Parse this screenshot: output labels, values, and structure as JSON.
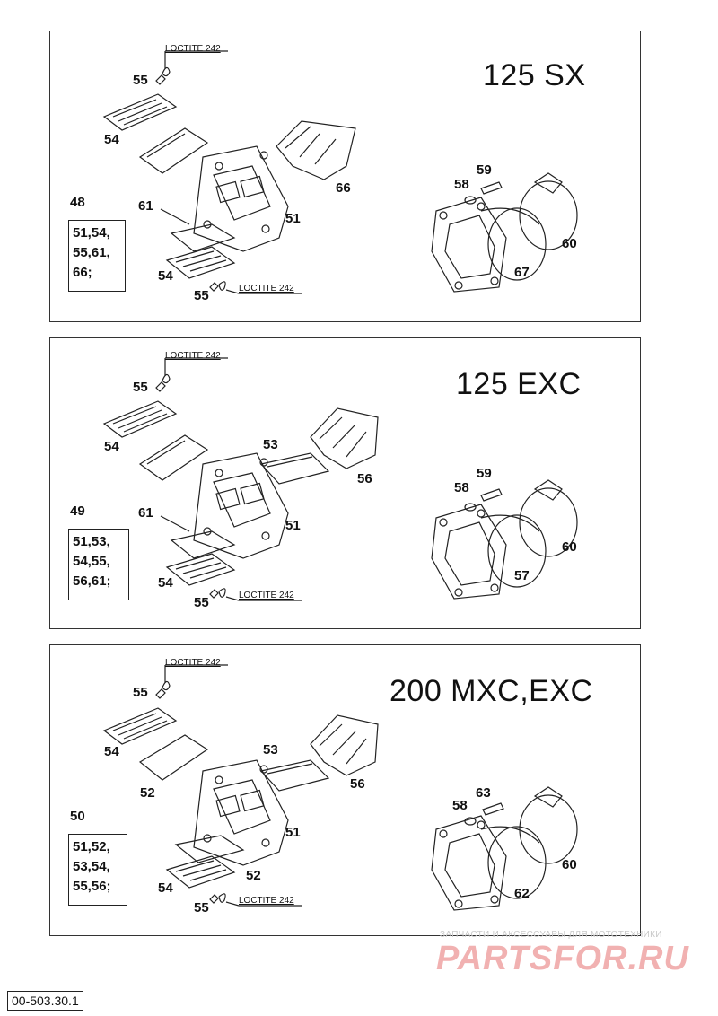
{
  "panels": [
    {
      "model": "125 SX",
      "loctite_top": "LOCTITE 242",
      "loctite_bottom": "LOCTITE 242",
      "kit_id": "48",
      "kit_lines": [
        "51,54,",
        "55,61,",
        "66;"
      ],
      "labels": {
        "screw_top": "55",
        "reed_top": "54",
        "petal": "61",
        "block": "51",
        "reed_bottom": "54",
        "screw_bottom": "55",
        "spacer": "66",
        "ring": "58",
        "bolt": "59",
        "clamp": "60",
        "intake": "67"
      }
    },
    {
      "model": "125 EXC",
      "loctite_top": "LOCTITE 242",
      "loctite_bottom": "LOCTITE 242",
      "kit_id": "49",
      "kit_lines": [
        "51,53,",
        "54,55,",
        "56,61;"
      ],
      "labels": {
        "screw_top": "55",
        "reed_top": "54",
        "petal": "61",
        "block": "51",
        "reed_bottom": "54",
        "screw_bottom": "55",
        "plate": "53",
        "spacer": "56",
        "ring": "58",
        "bolt": "59",
        "clamp": "60",
        "intake": "57"
      }
    },
    {
      "model": "200 MXC,EXC",
      "loctite_top": "LOCTITE 242",
      "loctite_bottom": "LOCTITE 242",
      "kit_id": "50",
      "kit_lines": [
        "51,52,",
        "53,54,",
        "55,56;"
      ],
      "labels": {
        "screw_top": "55",
        "reed_top": "54",
        "petal_top": "52",
        "block": "51",
        "petal_bottom": "52",
        "reed_bottom": "54",
        "screw_bottom": "55",
        "plate": "53",
        "spacer": "56",
        "ring": "58",
        "bolt": "63",
        "clamp": "60",
        "intake": "62"
      }
    }
  ],
  "footer": {
    "code": "00-503.30.1"
  },
  "watermark": {
    "small": "ЗАПЧАСТИ И АКСЕССУАРЫ ДЛЯ МОТОТЕХНИКИ",
    "logo": "PARTSFOR.RU"
  }
}
